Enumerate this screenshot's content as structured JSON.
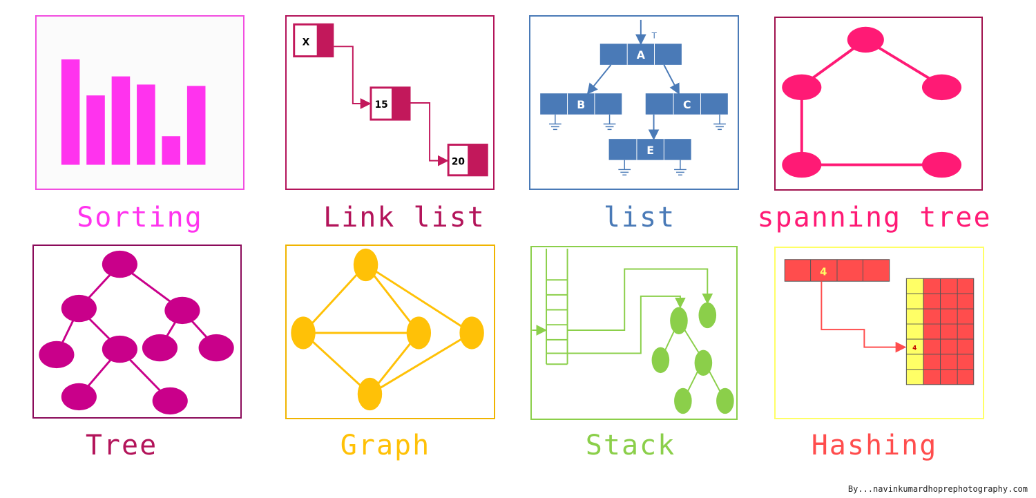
{
  "colors": {
    "sorting": "#ff33ee",
    "linklist": "#c2185b",
    "list": "#4a7ab7",
    "spanning": "#ff1a75",
    "tree": "#c9008a",
    "graph": "#ffc107",
    "stack": "#8bcf4a",
    "hashing": "#ff4d4d",
    "hashing_border": "#ffff66"
  },
  "captions": {
    "sorting": "Sorting",
    "linklist": "Link list",
    "list": "list",
    "spanning": "spanning tree",
    "tree": "Tree",
    "graph": "Graph",
    "stack": "Stack",
    "hashing": "Hashing"
  },
  "sorting": {
    "bar_values": [
      155,
      102,
      130,
      118,
      42,
      116
    ]
  },
  "linklist": {
    "nodes": [
      "X",
      "15",
      "20"
    ]
  },
  "list": {
    "top_label": "T",
    "nodes": [
      "A",
      "B",
      "C",
      "E"
    ]
  },
  "hashing": {
    "key": "4",
    "slot_value": "4"
  },
  "credit": "By...navinkumardhoprephotography.com"
}
